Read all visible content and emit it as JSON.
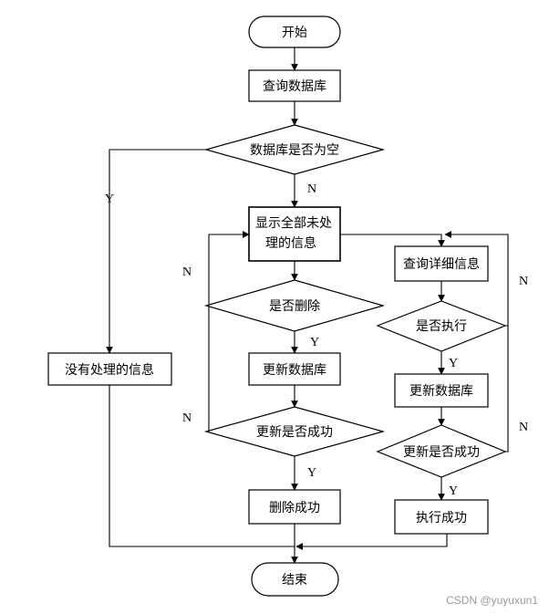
{
  "nodes": {
    "start": "开始",
    "query_db": "查询数据库",
    "db_empty": "数据库是否为空",
    "show_line1": "显示全部未处",
    "show_line2": "理的信息",
    "no_info": "没有处理的信息",
    "is_delete": "是否删除",
    "update_db_left": "更新数据库",
    "update_ok_left": "更新是否成功",
    "delete_ok": "删除成功",
    "query_detail": "查询详细信息",
    "is_exec": "是否执行",
    "update_db_right": "更新数据库",
    "update_ok_right": "更新是否成功",
    "exec_ok": "执行成功",
    "end": "结束"
  },
  "labels": {
    "yes": "Y",
    "no": "N"
  },
  "watermark": "CSDN @yuyuxun1"
}
